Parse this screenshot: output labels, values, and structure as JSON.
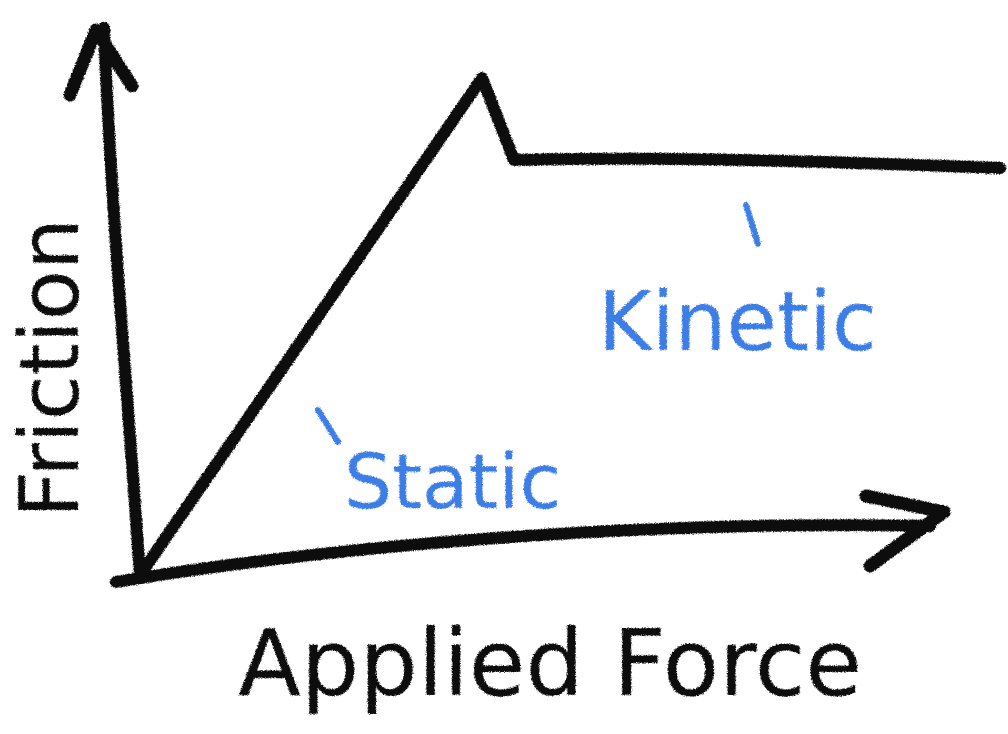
{
  "diagram": {
    "axes": {
      "y_label": "Friction",
      "x_label": "Applied Force"
    },
    "regions": [
      {
        "label": "Static"
      },
      {
        "label": "Kinetic"
      }
    ],
    "colors": {
      "ink": "#111111",
      "accent": "#3d7ee6",
      "background": "#ffffff"
    }
  }
}
